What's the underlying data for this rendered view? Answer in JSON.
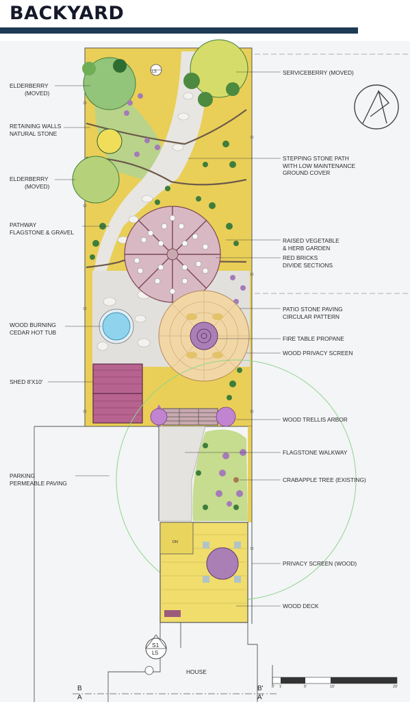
{
  "header": {
    "title": "BACKYARD"
  },
  "labels_left": [
    {
      "id": "elderberry-top",
      "lines": [
        "ELDERBERRY",
        "(MOVED)"
      ]
    },
    {
      "id": "retaining-walls",
      "lines": [
        "RETAINING WALLS",
        "NATURAL STONE"
      ]
    },
    {
      "id": "elderberry-mid",
      "lines": [
        "ELDERBERRY",
        "(MOVED)"
      ]
    },
    {
      "id": "pathway",
      "lines": [
        "PATHWAY",
        "FLAGSTONE & GRAVEL"
      ]
    },
    {
      "id": "hot-tub",
      "lines": [
        "WOOD BURNING",
        "CEDAR HOT TUB"
      ]
    },
    {
      "id": "shed",
      "lines": [
        "SHED 8'x10'"
      ]
    },
    {
      "id": "parking",
      "lines": [
        "PARKING",
        "PERMEABLE PAVING"
      ]
    }
  ],
  "labels_right": [
    {
      "id": "serviceberry",
      "lines": [
        "SERVICEBERRY (MOVED)"
      ]
    },
    {
      "id": "stepping-stone",
      "lines": [
        "STEPPING STONE PATH",
        "WITH LOW MAINTENANCE",
        "GROUND COVER"
      ]
    },
    {
      "id": "vegetable-garden",
      "lines": [
        "RAISED VEGETABLE",
        "& HERB GARDEN"
      ]
    },
    {
      "id": "red-bricks",
      "lines": [
        "RED BRICKS",
        "DIVIDE SECTIONS"
      ]
    },
    {
      "id": "patio",
      "lines": [
        "PATIO STONE PAVING",
        "CIRCULAR PATTERN"
      ]
    },
    {
      "id": "fire-table",
      "lines": [
        "FIRE TABLE PROPANE"
      ]
    },
    {
      "id": "privacy-screen-wood-top",
      "lines": [
        "WOOD PRIVACY SCREEN"
      ]
    },
    {
      "id": "trellis",
      "lines": [
        "WOOD TRELLIS ARBOR"
      ]
    },
    {
      "id": "walkway",
      "lines": [
        "FLAGSTONE WALKWAY"
      ]
    },
    {
      "id": "crabapple",
      "lines": [
        "CRABAPPLE TREE (EXISTING)"
      ]
    },
    {
      "id": "privacy-screen-lower",
      "lines": [
        "PRIVACY SCREEN (WOOD)"
      ]
    },
    {
      "id": "deck",
      "lines": [
        "WOOD DECK"
      ]
    }
  ],
  "house_label": "HOUSE",
  "section_markers": {
    "b": "B",
    "a": "A",
    "b_prime": "B'",
    "a_prime": "A'"
  },
  "detail_tag": {
    "top": "S1",
    "bottom": "L5"
  },
  "detail_tag_small": "L5",
  "scale_labels": [
    "0'",
    "1'",
    "5'",
    "10'",
    "20'"
  ],
  "deck_note": "DN",
  "colors": {
    "title_bar": "#1e3a55",
    "planting": "#e6c84a",
    "lawn": "#b9d38a",
    "brick": "#c9a9b0",
    "water": "#8fd3ec"
  }
}
